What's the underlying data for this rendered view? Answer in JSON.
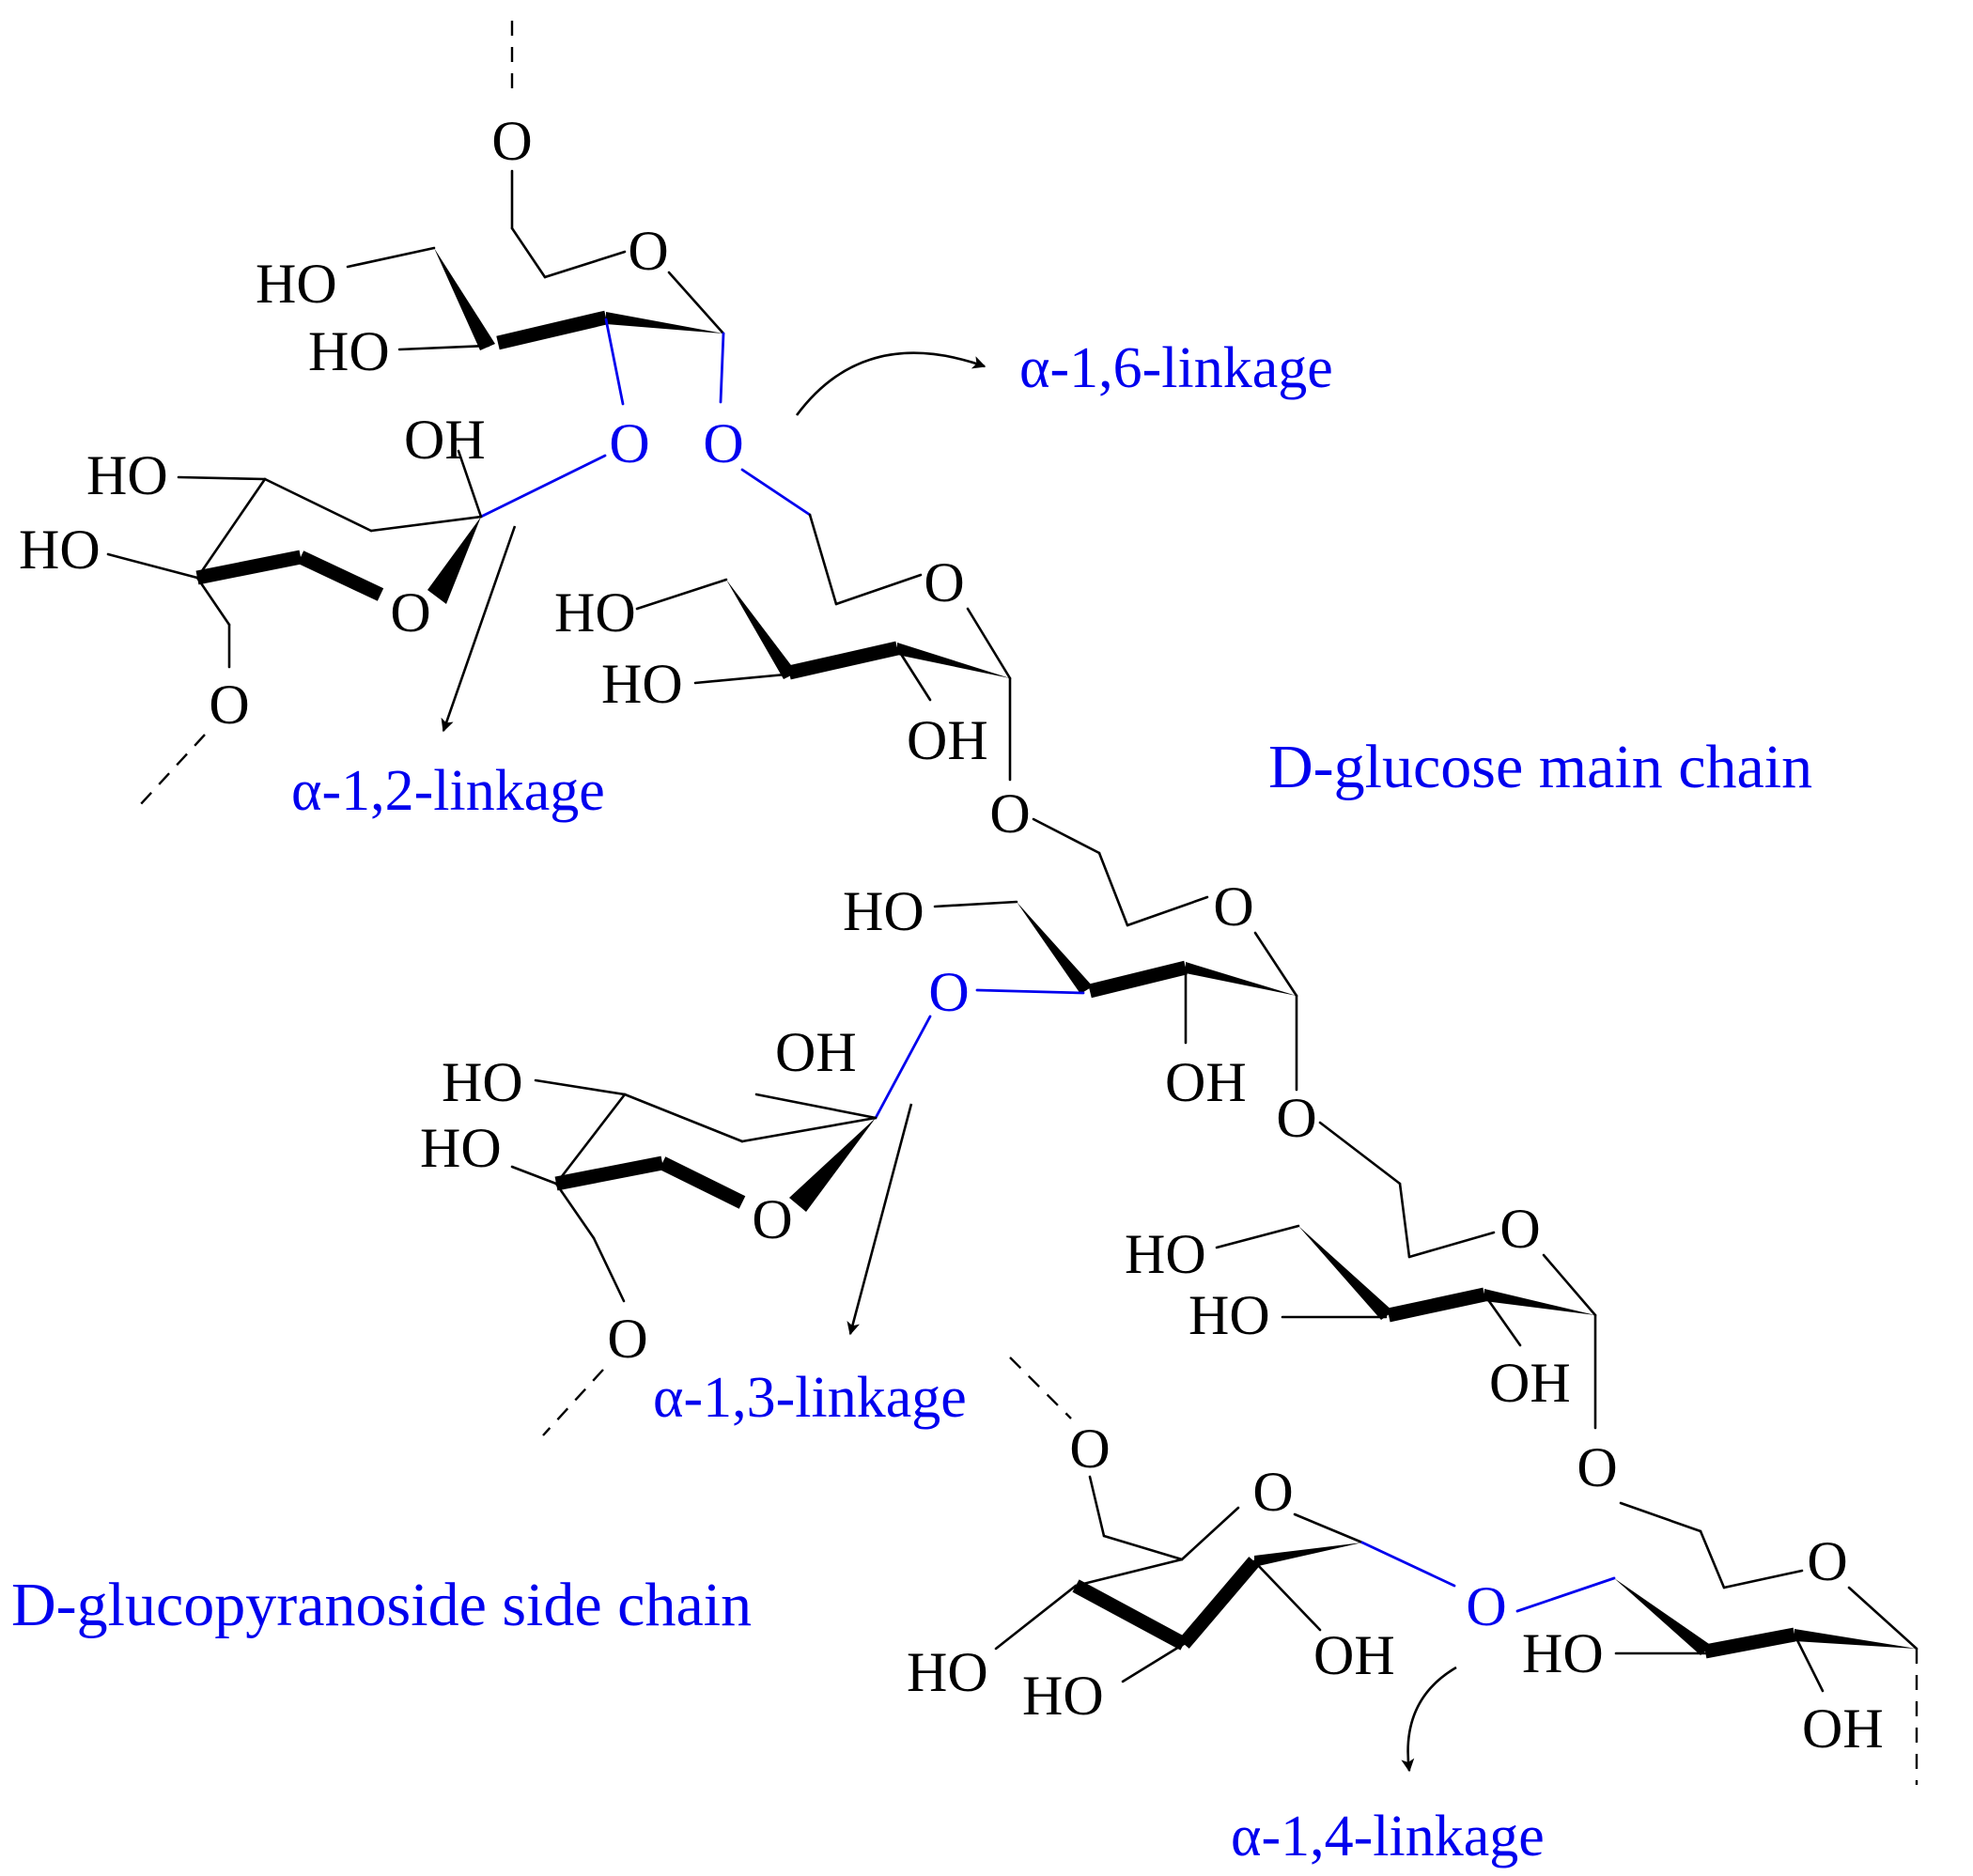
{
  "colors": {
    "structure": "#000000",
    "linkage": "#0000ee",
    "background": "#ffffff"
  },
  "labels": {
    "alpha_1_6": "α-1,6-linkage",
    "alpha_1_2": "α-1,2-linkage",
    "alpha_1_3": "α-1,3-linkage",
    "alpha_1_4": "α-1,4-linkage",
    "main_chain": "D-glucose main chain",
    "side_chain": "D-glucopyranoside side chain"
  },
  "atoms": {
    "ring_oxygen": "O",
    "bridge_oxygen": "O",
    "hydroxyl_left": "HO",
    "hydroxyl_right": "OH"
  }
}
